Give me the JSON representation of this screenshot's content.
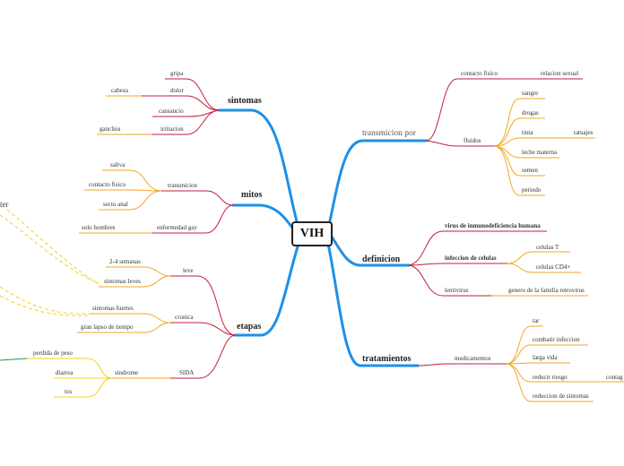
{
  "center": "VIH",
  "topics": {
    "sintomas": "sintomas",
    "mitos": "mitos",
    "etapas": "etapas",
    "transmision": "transmicion por",
    "definicion": "definicion",
    "tratamientos": "tratamientos"
  },
  "sintomas": {
    "gripa": "gripa",
    "dolor": "dolor",
    "cabeza": "cabeza",
    "cansancio": "cansancio",
    "irritacion": "irritacion",
    "ganclios": "ganclios"
  },
  "mitos": {
    "transmicion": "transmicion",
    "saliva": "saliva",
    "contacto_fisico": "contacto fisico",
    "secto_anal": "secto anal",
    "enfermedad_gay": "enfermedad gay",
    "solo_hombres": "solo hombres"
  },
  "etapas": {
    "leve": "leve",
    "semanas": "2-4 semanas",
    "sintomas_leves": "sintomas leves",
    "cronica": "cronica",
    "sintomas_fuertes": "sintomas fuertes",
    "gran_lapso": "gran lapso de tiempo",
    "sida": "SIDA",
    "sindrome": "sindrome",
    "perdida_peso": "perdida de peso",
    "diarrea": "diarrea",
    "tos": "tos"
  },
  "transmision": {
    "contacto_fisico": "contacto fisico",
    "relacion_sexual": "relacion sexual",
    "fluidos": "fluidos",
    "sangre": "sangre",
    "drogas": "drogas",
    "tinta": "tinta",
    "tatuajes": "tatuajes",
    "leche": "leche materna",
    "semen": "semen",
    "periodo": "periodo"
  },
  "definicion": {
    "virus": "virus de  inmunodeficiencia humana",
    "infeccion": "infeccion de celulas",
    "celulas_t": "celulas T",
    "celulas_cd4": "celulas CD4+",
    "lentivirus": "lentivirus",
    "genero": "genero de la familia retrovirus"
  },
  "tratamientos": {
    "medicamentos": "medicamentos",
    "tar": "tar",
    "combatir": "combatir infeccion",
    "larga_vida": "larga vida",
    "reducir_riesgo": "reducir riesgo",
    "contagio_partial": "contag",
    "reduccion": "reduccion de sintomas"
  },
  "offscreen": {
    "left_partial": "ter"
  },
  "colors": {
    "trunk": "#1e90e6",
    "branch": "#c41e3a",
    "sub": "#f5a623",
    "yellow": "#f0d020",
    "green": "#1a9e3a"
  }
}
